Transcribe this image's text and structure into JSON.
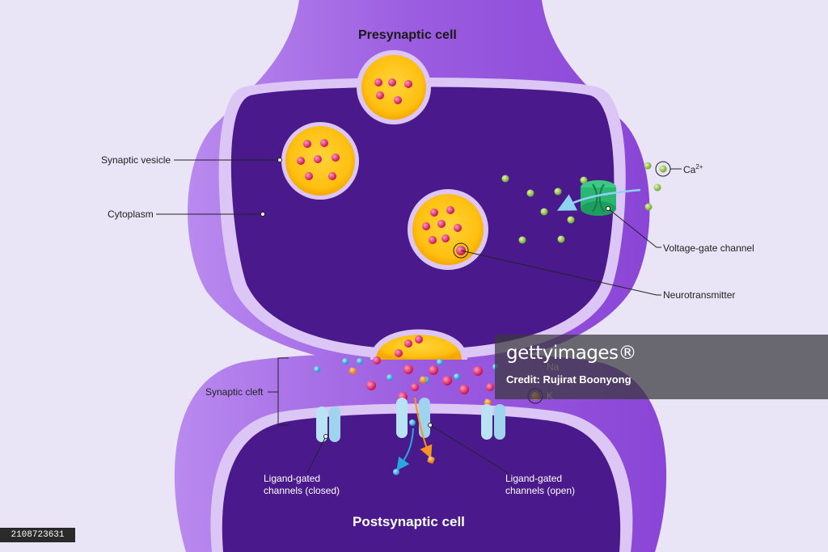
{
  "titles": {
    "presynaptic": "Presynaptic cell",
    "postsynaptic": "Postsynaptic cell"
  },
  "labels": {
    "synaptic_vesicle": "Synaptic vesicle",
    "cytoplasm": "Cytoplasm",
    "ca_ion": "Ca",
    "ca_charge": "2+",
    "voltage_gate_channel": "Voltage-gate channel",
    "neurotransmitter": "Neurotransmitter",
    "synaptic_cleft": "Synaptic cleft",
    "ligand_closed": "Ligand-gated channels (closed)",
    "ligand_open": "Ligand-gated channels (open)",
    "na_ion": "Na",
    "k_ion": "K"
  },
  "watermark": {
    "logo": "gettyimages®",
    "credit": "Credit: Rujirat Boonyong"
  },
  "image_id": "2108723631",
  "colors": {
    "background": "#e9e4f6",
    "membrane": "#9b5ce0",
    "membrane_light": "#dcc6f5",
    "cytoplasm": "#4a1a8c",
    "vesicle": "#ffc21a",
    "neurotransmitter": "#d4145a",
    "calcium": "#8cc63f",
    "channel_green": "#2bb673",
    "channel_blue": "#b9e3f5",
    "sodium": "#29a8e0",
    "potassium": "#f7931e"
  }
}
